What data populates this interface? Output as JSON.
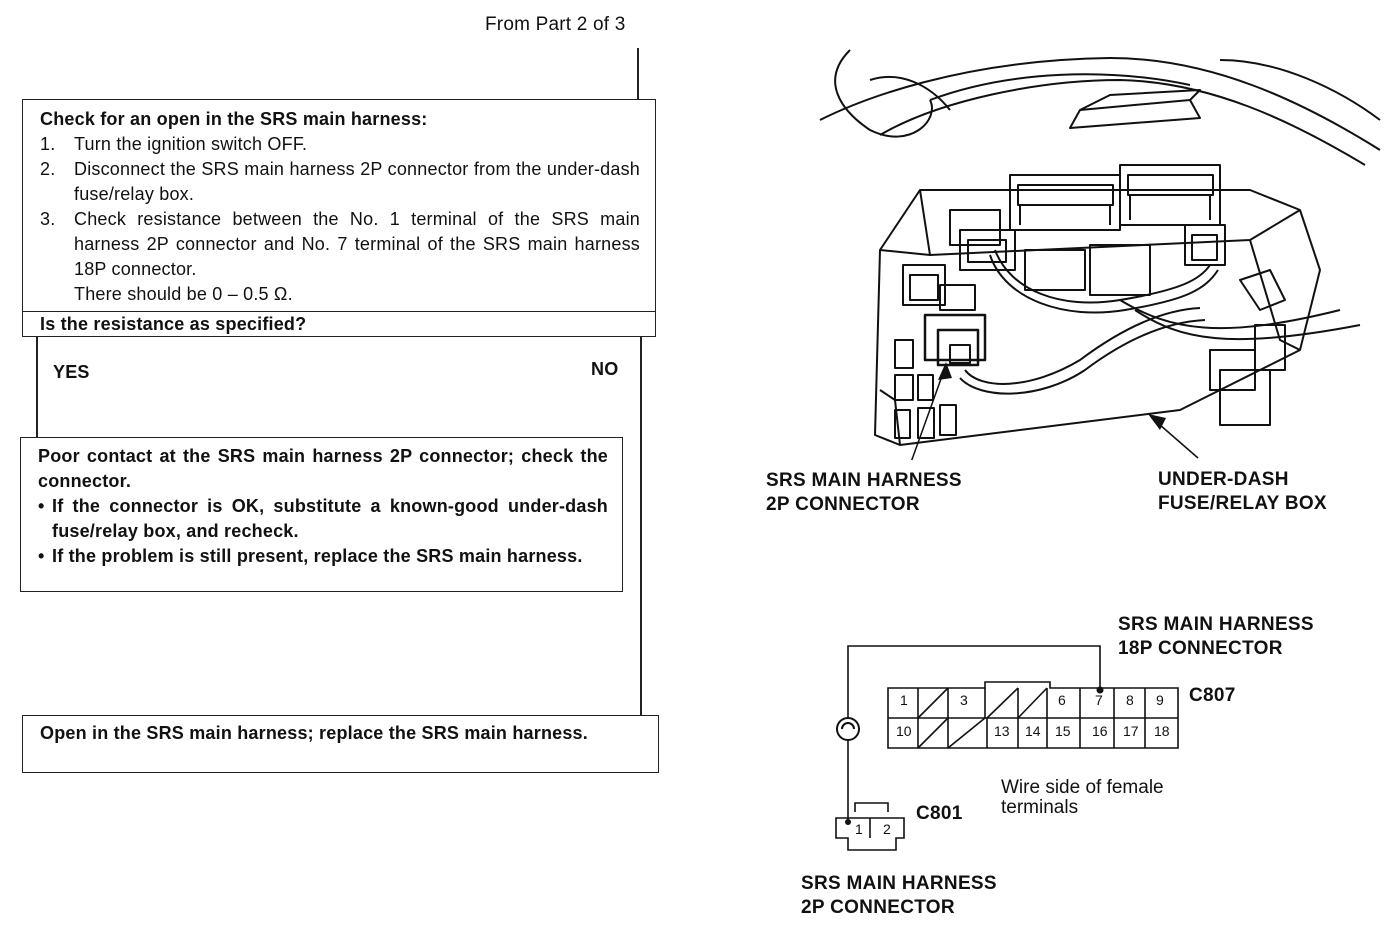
{
  "header": {
    "from_part": "From Part 2 of 3"
  },
  "check_box": {
    "title": "Check for an open in the SRS main harness:",
    "steps": [
      {
        "num": "1.",
        "text": "Turn the ignition switch OFF."
      },
      {
        "num": "2.",
        "text": "Disconnect the SRS main harness 2P connector from the under-dash fuse/relay box."
      },
      {
        "num": "3.",
        "text": "Check resistance between the No. 1 terminal of the SRS main harness 2P connector and No. 7 terminal of the SRS main harness 18P connector."
      }
    ],
    "spec": "There should be 0 – 0.5 Ω.",
    "question": "Is the resistance as specified?"
  },
  "branches": {
    "yes": "YES",
    "no": "NO"
  },
  "yes_result": {
    "title": "Poor contact at the SRS main harness 2P connector; check the connector.",
    "bullets": [
      "If the connector is OK, substitute a known-good under-dash fuse/relay box, and recheck.",
      "If the problem is still present, replace the SRS main harness."
    ]
  },
  "no_result": {
    "text": "Open in the SRS main harness; replace the SRS main harness."
  },
  "illustration": {
    "label_2p_line1": "SRS MAIN HARNESS",
    "label_2p_line2": "2P CONNECTOR",
    "label_box_line1": "UNDER-DASH",
    "label_box_line2": "FUSE/RELAY BOX"
  },
  "wiring": {
    "label_18p_line1": "SRS MAIN HARNESS",
    "label_18p_line2": "18P CONNECTOR",
    "c807": "C807",
    "c801": "C801",
    "c807_top_terminals": [
      "1",
      "3",
      "6",
      "7",
      "8",
      "9"
    ],
    "c807_bottom_terminals": [
      "10",
      "13",
      "14",
      "15",
      "16",
      "17",
      "18"
    ],
    "c801_terminals": [
      "1",
      "2"
    ],
    "wire_side_line1": "Wire side of female",
    "wire_side_line2": "terminals",
    "bottom_label_line1": "SRS MAIN HARNESS",
    "bottom_label_line2": "2P CONNECTOR"
  }
}
